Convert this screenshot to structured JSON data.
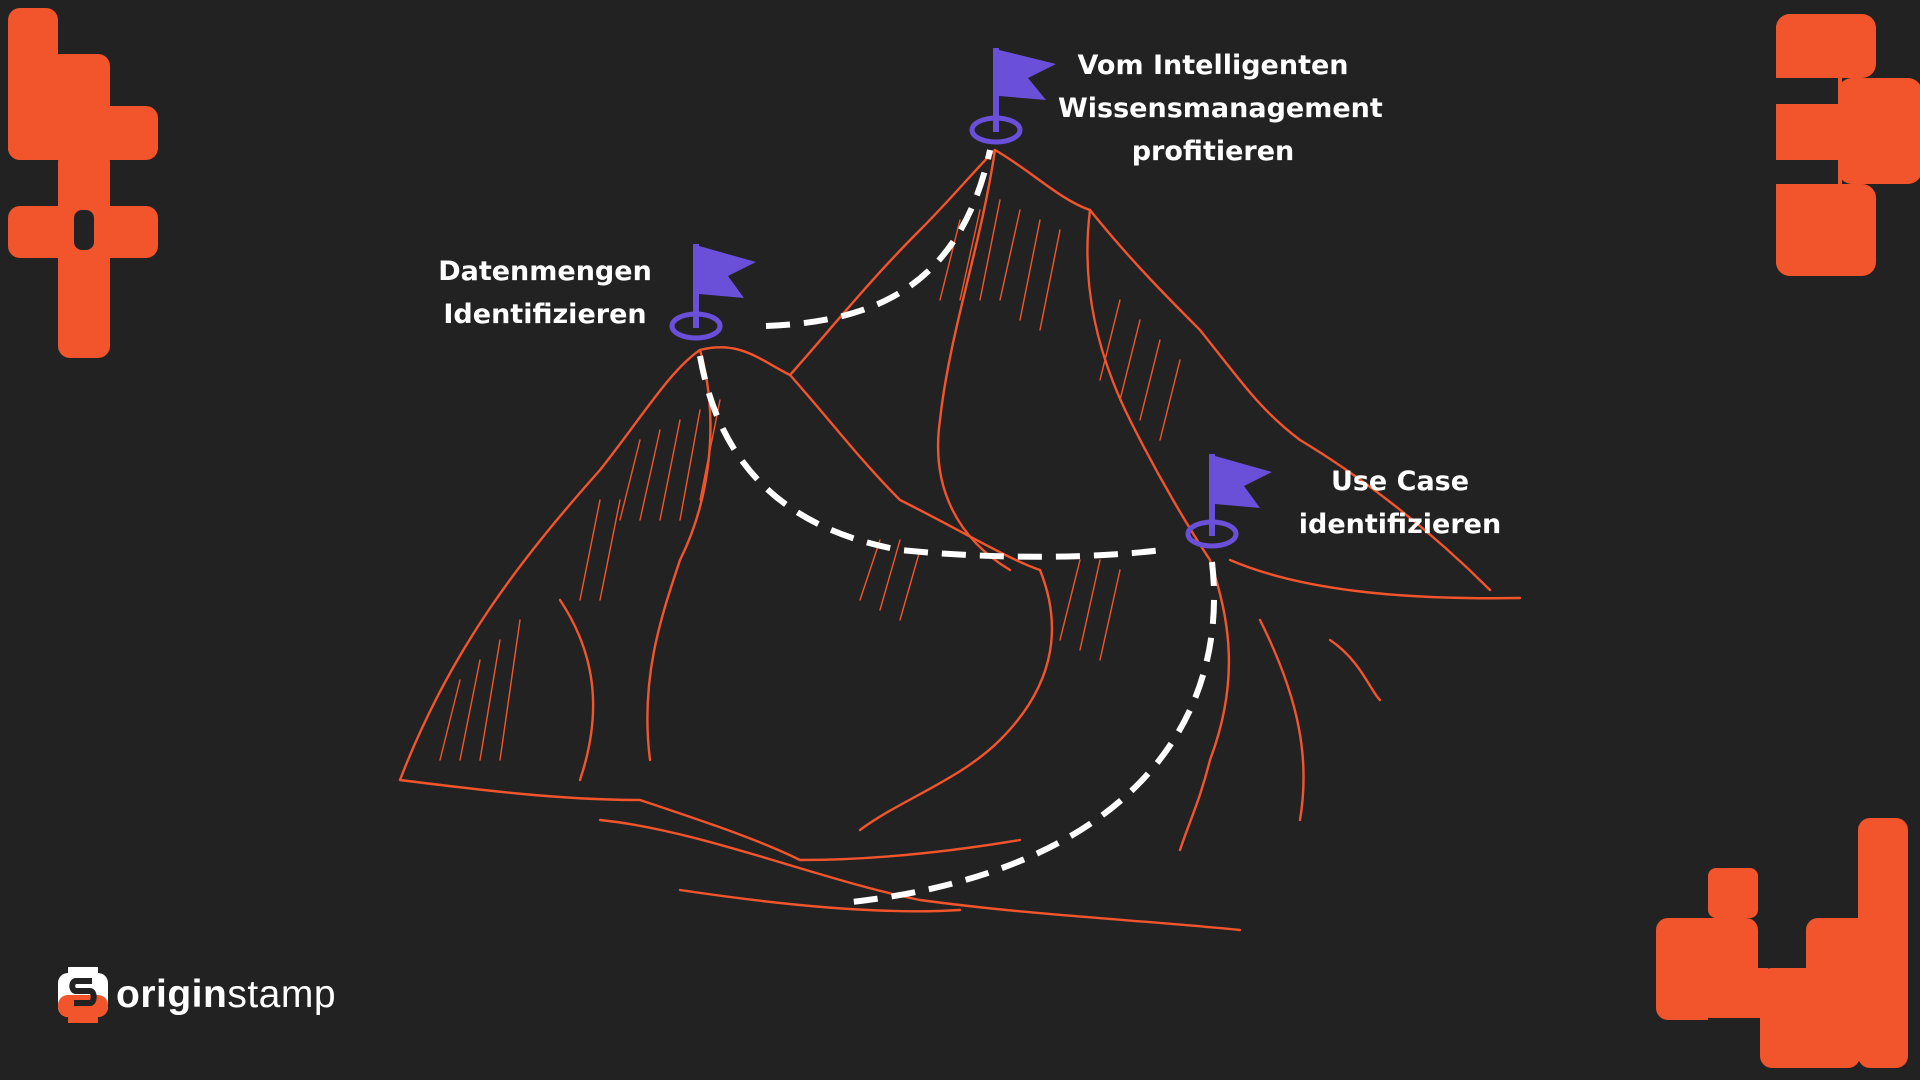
{
  "colors": {
    "background": "#232222",
    "accent_orange": "#f2552c",
    "flag_purple": "#6a4fd8",
    "path_white": "#ffffff"
  },
  "milestones": [
    {
      "id": "summit",
      "lines": [
        "Vom Intelligenten",
        "Wissensmanagement",
        "profitieren"
      ],
      "icon": "flag-icon"
    },
    {
      "id": "left-peak",
      "lines": [
        "Datenmengen",
        "Identifizieren"
      ],
      "icon": "flag-icon"
    },
    {
      "id": "right-ridge",
      "lines": [
        "Use Case",
        "identifizieren"
      ],
      "icon": "flag-icon"
    }
  ],
  "logo": {
    "icon": "originstamp-s-icon",
    "word_bold": "origin",
    "word_light": "stamp"
  },
  "decorations": [
    "pixel-shape-top-left",
    "pixel-shape-top-right",
    "pixel-shape-bottom-right",
    "mountain-illustration"
  ]
}
